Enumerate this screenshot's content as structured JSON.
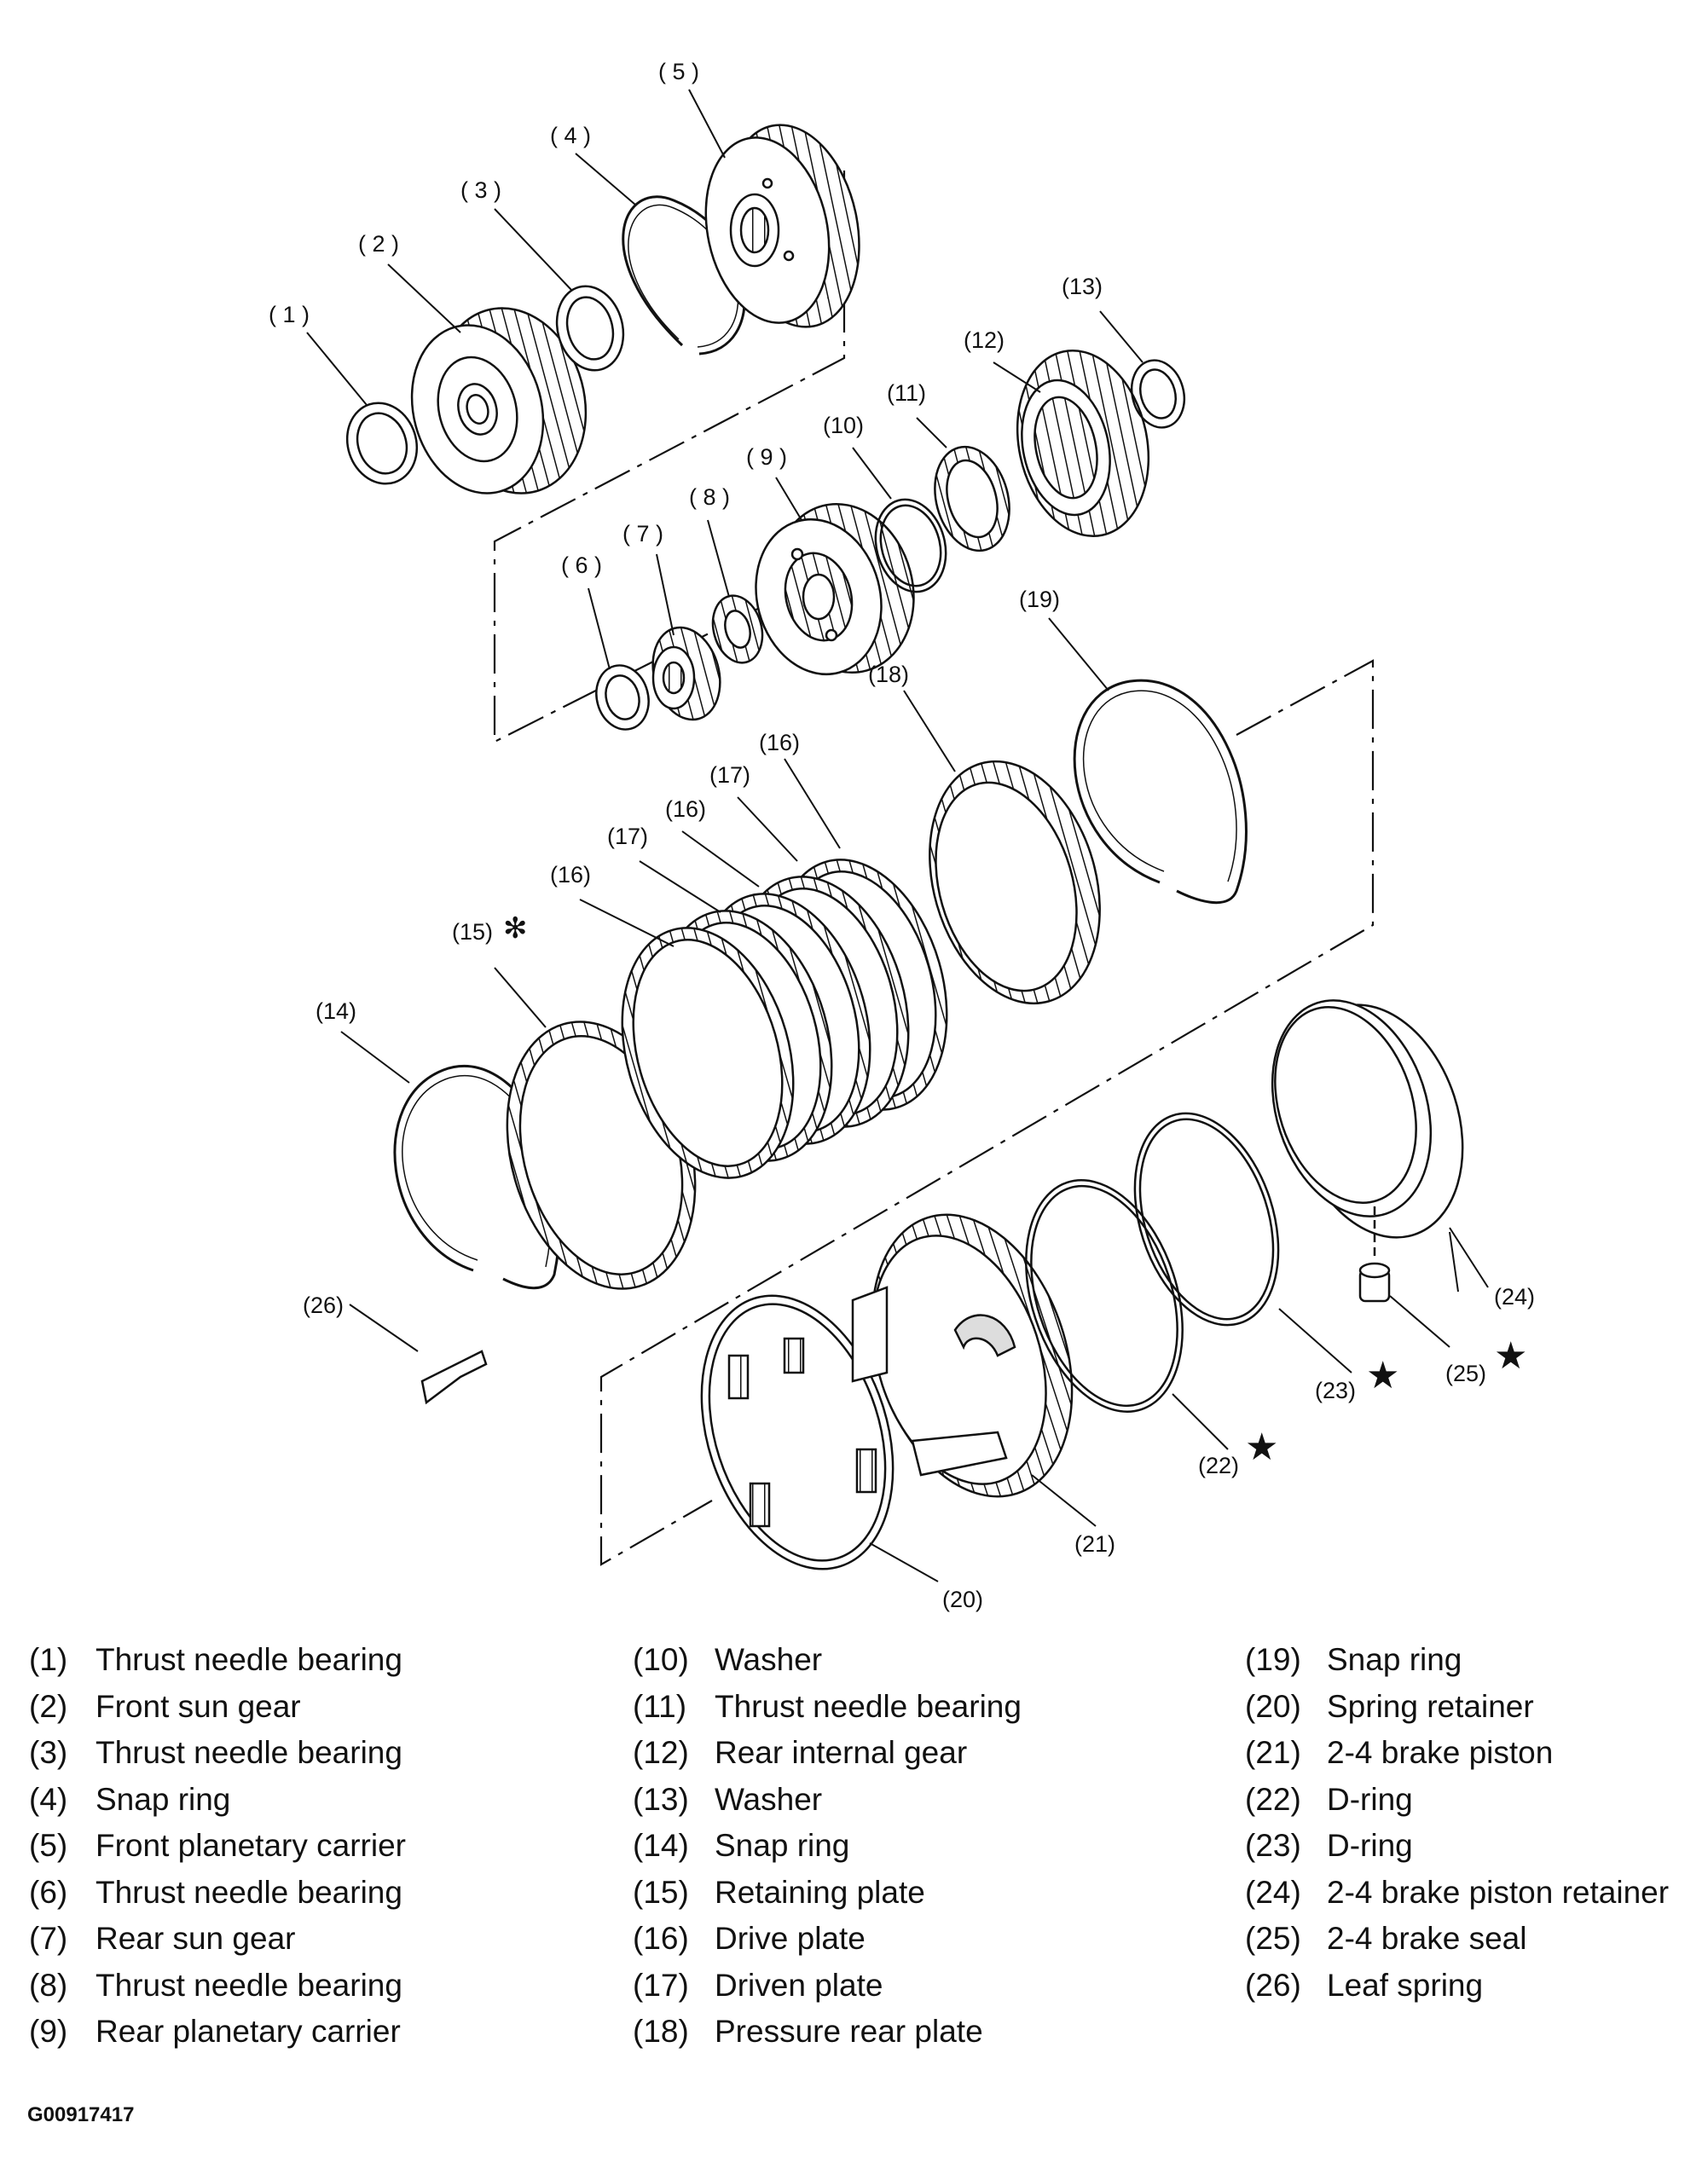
{
  "figure_id": "G00917417",
  "callouts": [
    {
      "id": "c1",
      "text": "( 1 )"
    },
    {
      "id": "c2",
      "text": "( 2 )"
    },
    {
      "id": "c3",
      "text": "( 3 )"
    },
    {
      "id": "c4",
      "text": "( 4 )"
    },
    {
      "id": "c5",
      "text": "( 5 )"
    },
    {
      "id": "c6",
      "text": "( 6 )"
    },
    {
      "id": "c7",
      "text": "( 7 )"
    },
    {
      "id": "c8",
      "text": "( 8 )"
    },
    {
      "id": "c9",
      "text": "( 9 )"
    },
    {
      "id": "c10",
      "text": "(10)"
    },
    {
      "id": "c11",
      "text": "(11)"
    },
    {
      "id": "c12",
      "text": "(12)"
    },
    {
      "id": "c13",
      "text": "(13)"
    },
    {
      "id": "c14",
      "text": "(14)"
    },
    {
      "id": "c15",
      "text": "(15)"
    },
    {
      "id": "c16a",
      "text": "(16)"
    },
    {
      "id": "c16b",
      "text": "(16)"
    },
    {
      "id": "c16c",
      "text": "(16)"
    },
    {
      "id": "c17a",
      "text": "(17)"
    },
    {
      "id": "c17b",
      "text": "(17)"
    },
    {
      "id": "c18",
      "text": "(18)"
    },
    {
      "id": "c19",
      "text": "(19)"
    },
    {
      "id": "c20",
      "text": "(20)"
    },
    {
      "id": "c21",
      "text": "(21)"
    },
    {
      "id": "c22",
      "text": "(22)"
    },
    {
      "id": "c23",
      "text": "(23)"
    },
    {
      "id": "c24",
      "text": "(24)"
    },
    {
      "id": "c25",
      "text": "(25)"
    },
    {
      "id": "c26",
      "text": "(26)"
    }
  ],
  "symbols": {
    "asterisk": "✻",
    "star": "★"
  },
  "legend": {
    "col1": [
      {
        "num": "(1)",
        "label": "Thrust needle bearing"
      },
      {
        "num": "(2)",
        "label": "Front sun gear"
      },
      {
        "num": "(3)",
        "label": "Thrust needle bearing"
      },
      {
        "num": "(4)",
        "label": "Snap ring"
      },
      {
        "num": "(5)",
        "label": "Front planetary carrier"
      },
      {
        "num": "(6)",
        "label": "Thrust needle bearing"
      },
      {
        "num": "(7)",
        "label": "Rear sun gear"
      },
      {
        "num": "(8)",
        "label": "Thrust needle bearing"
      },
      {
        "num": "(9)",
        "label": "Rear planetary carrier"
      }
    ],
    "col2": [
      {
        "num": "(10)",
        "label": "Washer"
      },
      {
        "num": "(11)",
        "label": "Thrust needle bearing"
      },
      {
        "num": "(12)",
        "label": "Rear internal gear"
      },
      {
        "num": "(13)",
        "label": "Washer"
      },
      {
        "num": "(14)",
        "label": "Snap ring"
      },
      {
        "num": "(15)",
        "label": "Retaining plate"
      },
      {
        "num": "(16)",
        "label": "Drive plate"
      },
      {
        "num": "(17)",
        "label": "Driven plate"
      },
      {
        "num": "(18)",
        "label": "Pressure rear plate"
      }
    ],
    "col3": [
      {
        "num": "(19)",
        "label": "Snap ring"
      },
      {
        "num": "(20)",
        "label": "Spring retainer"
      },
      {
        "num": "(21)",
        "label": "2-4 brake piston"
      },
      {
        "num": "(22)",
        "label": "D-ring"
      },
      {
        "num": "(23)",
        "label": "D-ring"
      },
      {
        "num": "(24)",
        "label": "2-4 brake piston retainer"
      },
      {
        "num": "(25)",
        "label": "2-4 brake seal"
      },
      {
        "num": "(26)",
        "label": "Leaf spring"
      }
    ]
  }
}
